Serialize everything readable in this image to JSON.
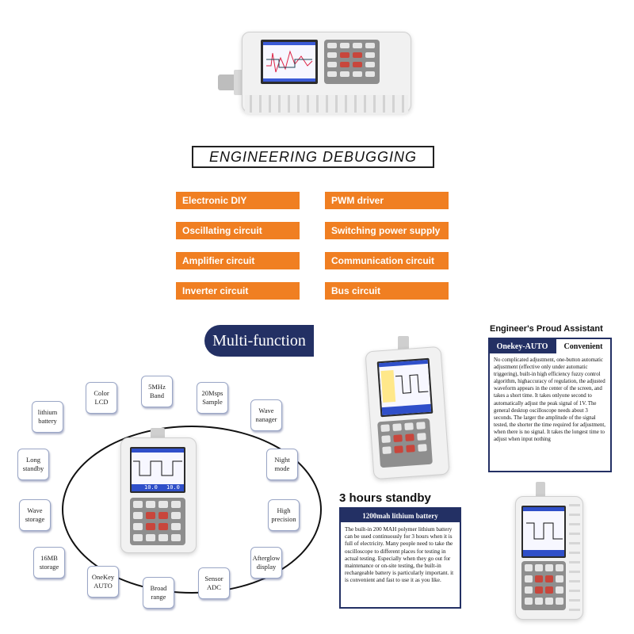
{
  "banner": {
    "title": "ENGINEERING DEBUGGING"
  },
  "applications": [
    "Electronic DIY",
    "PWM driver",
    "Oscillating circuit",
    "Switching power supply",
    "Amplifier circuit",
    "Communication circuit",
    "Inverter circuit",
    "Bus circuit"
  ],
  "multifunction": {
    "title": "Multi-function",
    "features": [
      "Color LCD",
      "5MHz Band",
      "20Msps Sample",
      "Wave nanager",
      "Night mode",
      "High precision",
      "Afterglow display",
      "Sensor ADC",
      "Broad range",
      "OneKey AUTO",
      "16MB storage",
      "Wave storage",
      "Long standby",
      "lithium battery"
    ]
  },
  "assistant": {
    "title": "Engineer's Proud Assistant",
    "tab_left": "Onekey-AUTO",
    "tab_right": "Convenient",
    "body": "No complicated adjustment, one-button automatic adjustment (effective only under automatic triggering), built-in high efficiency fuzzy control algorithm, highaccuracy of regulation, the adjusted waveform appears in the center of the screen, and takes a short time. It takes onlyone second to automatically adjust the peak signal of 1V. The general desktop oscilloscope needs about 3 seconds. The larger the amplitude of the signal tested, the shorter the time required for adjustment, when there is no signal. It takes the longest time to adjust when input nothing"
  },
  "standby": {
    "title": "3 hours standby",
    "header": "1200mah lithium battery",
    "body": "The built-in 200 MAH polymer lithium battery can be used continuously for 3 hours when it is full of electricity. Many people need to take the oscilloscope to different places for testing in actual testing. Especially when they go out for maintenance or on-site testing, the built-in rechargeable battery is particularly important. it is convenient and fast to use it as you like."
  },
  "screen_readouts": [
    "10.0",
    "10.0"
  ],
  "colors": {
    "accent_orange": "#f07f22",
    "navy": "#233064"
  }
}
